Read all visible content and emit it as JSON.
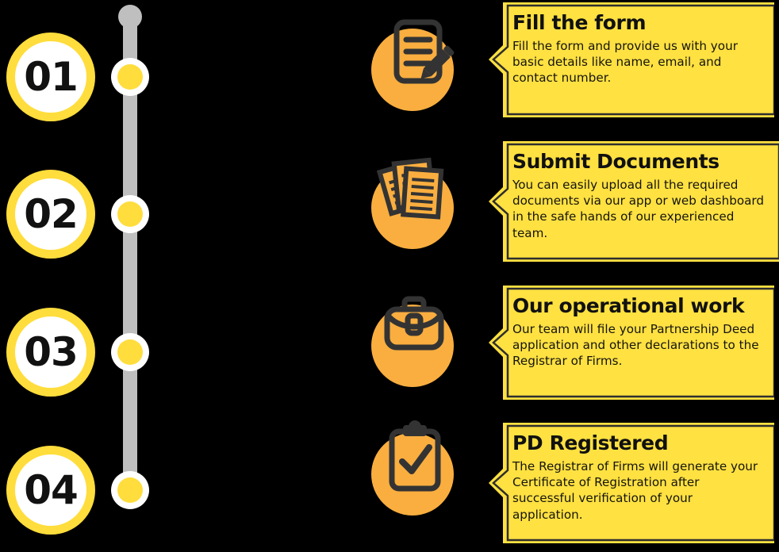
{
  "colors": {
    "background": "#000000",
    "card_fill": "#ffe141",
    "card_outline": "#2e2e2e",
    "badge_ring": "#ffdd3c",
    "badge_fill": "#ffffff",
    "rail": "#bfbfbf",
    "dot_inner": "#ffdd3c",
    "dot_ring": "#ffffff",
    "icon_disc": "#f9ae3f",
    "icon_stroke": "#333333",
    "text": "#111111"
  },
  "steps": [
    {
      "number": "01",
      "icon": "form-document-pencil-icon",
      "title": "Fill the form",
      "description": "Fill the form and provide us with your basic details like name, email, and contact number."
    },
    {
      "number": "02",
      "icon": "stacked-documents-icon",
      "title": "Submit Documents",
      "description": "You can easily upload all the required documents via our app or web dashboard in the safe hands of our experienced team."
    },
    {
      "number": "03",
      "icon": "briefcase-icon",
      "title": "Our operational work",
      "description": "Our team will file your Partnership Deed application and other declarations to the Registrar of Firms."
    },
    {
      "number": "04",
      "icon": "clipboard-check-icon",
      "title": "PD Registered",
      "description": "The Registrar of Firms will generate your Certificate of Registration after successful verification of your application."
    }
  ]
}
